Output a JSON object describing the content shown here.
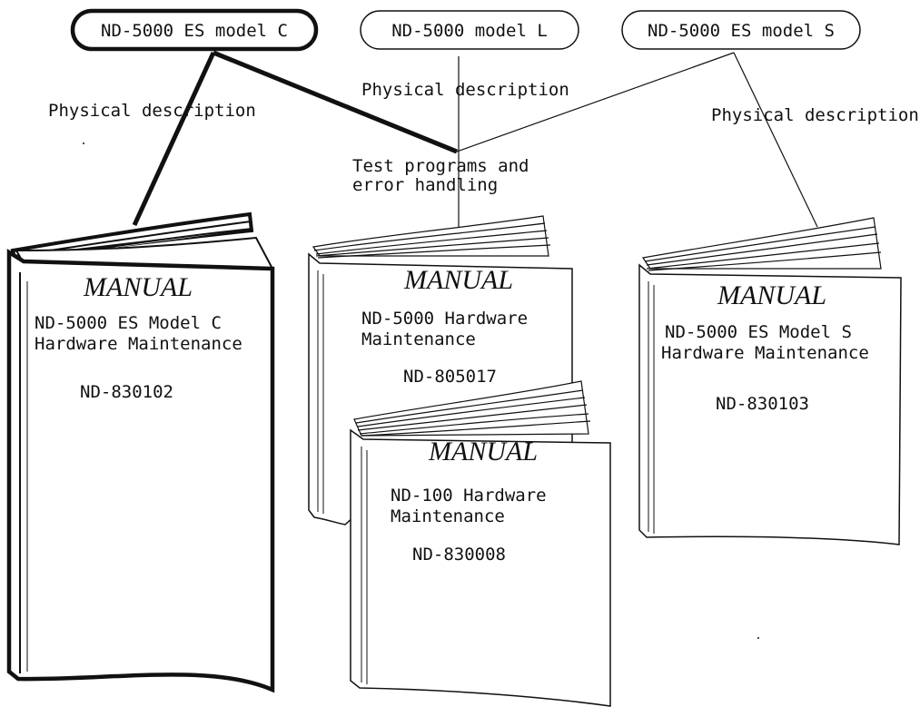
{
  "models": {
    "model_c": "ND-5000 ES model C",
    "model_l": "ND-5000 model L",
    "model_s": "ND-5000 ES model S"
  },
  "connectors": {
    "phys_c": "Physical description",
    "phys_l": "Physical description",
    "phys_s": "Physical description",
    "test_line1": "Test programs and",
    "test_line2": "error handling"
  },
  "manuals": {
    "c": {
      "title": "MANUAL",
      "line1": "ND-5000 ES Model C",
      "line2": "Hardware Maintenance",
      "number": "ND-830102"
    },
    "l": {
      "title": "MANUAL",
      "line1": "ND-5000 Hardware",
      "line2": "Maintenance",
      "number": "ND-805017"
    },
    "n100": {
      "title": "MANUAL",
      "line1": "ND-100 Hardware",
      "line2": "Maintenance",
      "number": "ND-830008"
    },
    "s": {
      "title": "MANUAL",
      "line1": "ND-5000 ES Model S",
      "line2": "Hardware Maintenance",
      "number": "ND-830103"
    }
  },
  "colors": {
    "ink": "#111111",
    "background": "#ffffff"
  }
}
